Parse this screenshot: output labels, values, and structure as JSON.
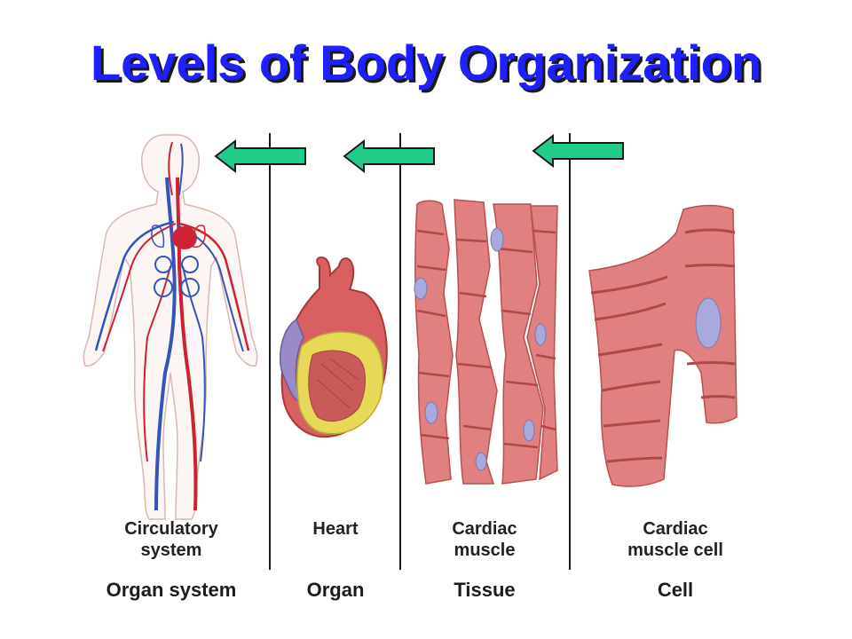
{
  "title": "Levels of Body Organization",
  "colors": {
    "title": "#1f1fff",
    "arrow_fill": "#22cc88",
    "vessel_red": "#cc2233",
    "vessel_blue": "#3355bb",
    "muscle": "#e08080",
    "fat": "#e8d858",
    "nucleus": "#a9a9de"
  },
  "arrows": [
    {
      "name": "left-arrow-icon",
      "direction": "left"
    },
    {
      "name": "left-arrow-icon",
      "direction": "left"
    },
    {
      "name": "left-arrow-icon",
      "direction": "left"
    }
  ],
  "columns": [
    {
      "label_line1": "Circulatory",
      "label_line2": "system",
      "level": "Organ system"
    },
    {
      "label_line1": "Heart",
      "label_line2": "",
      "level": "Organ"
    },
    {
      "label_line1": "Cardiac",
      "label_line2": "muscle",
      "level": "Tissue"
    },
    {
      "label_line1": "Cardiac",
      "label_line2": "muscle cell",
      "level": "Cell"
    }
  ]
}
